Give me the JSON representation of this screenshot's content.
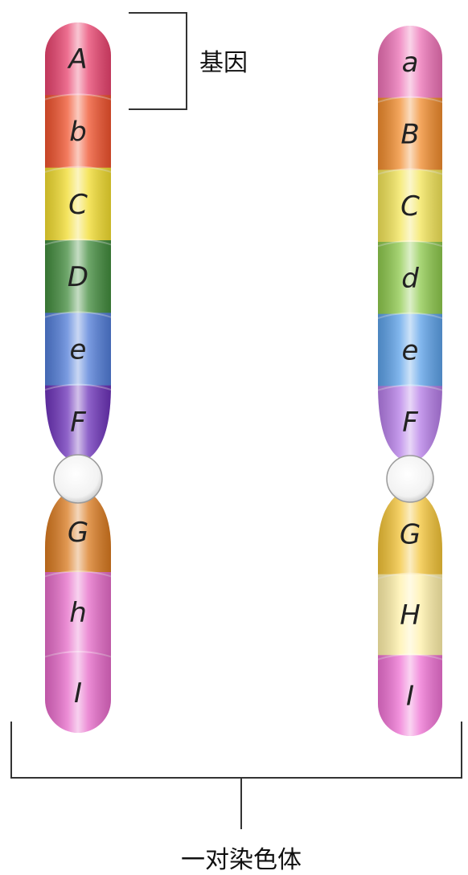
{
  "gene_label": "基因",
  "pair_label": "一对染色体",
  "chromosomes": [
    {
      "name": "left",
      "p_arm": [
        {
          "gene": "A",
          "color": "#e8406c"
        },
        {
          "gene": "b",
          "color": "#f0502a"
        },
        {
          "gene": "C",
          "color": "#f2dc2c"
        },
        {
          "gene": "D",
          "color": "#3f8a3a"
        },
        {
          "gene": "e",
          "color": "#4f7bd8"
        },
        {
          "gene": "F",
          "color": "#6a2fb8"
        }
      ],
      "q_arm": [
        {
          "gene": "G",
          "color": "#d9781c"
        },
        {
          "gene": "h",
          "color": "#e66ac8"
        },
        {
          "gene": "I",
          "color": "#e667c8"
        }
      ]
    },
    {
      "name": "right",
      "p_arm": [
        {
          "gene": "a",
          "color": "#ec6fb4"
        },
        {
          "gene": "B",
          "color": "#f08a2a"
        },
        {
          "gene": "C",
          "color": "#f2e455"
        },
        {
          "gene": "d",
          "color": "#8cc84a"
        },
        {
          "gene": "e",
          "color": "#5aa0e8"
        },
        {
          "gene": "F",
          "color": "#b37ae6"
        }
      ],
      "q_arm": [
        {
          "gene": "G",
          "color": "#f2c234"
        },
        {
          "gene": "H",
          "color": "#fff0a8"
        },
        {
          "gene": "I",
          "color": "#ee6fd2"
        }
      ]
    }
  ]
}
